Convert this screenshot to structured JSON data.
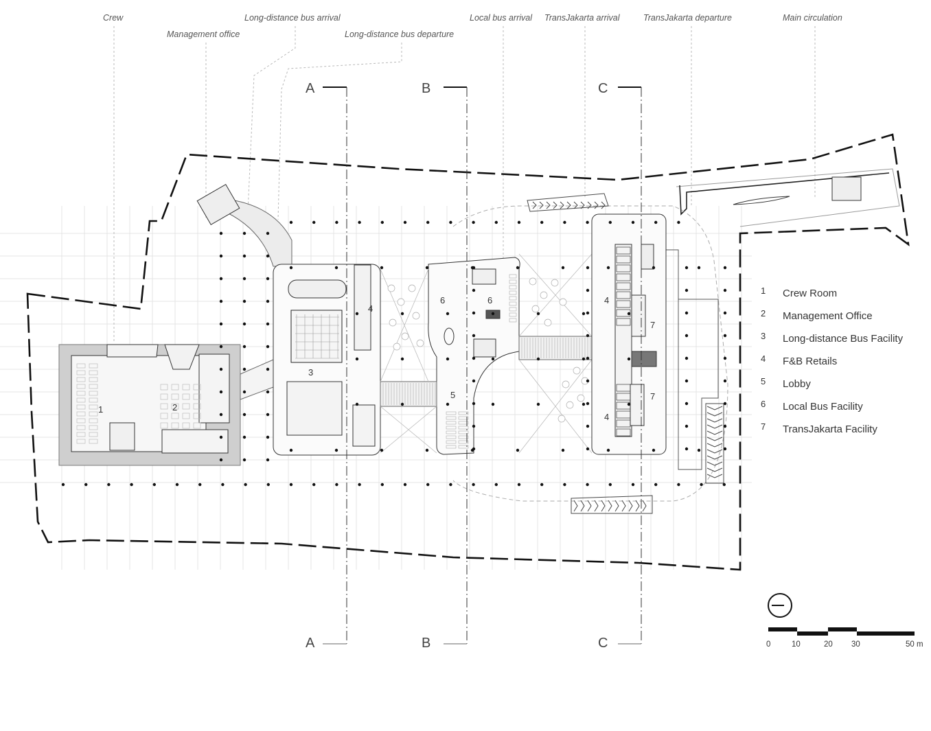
{
  "callouts": [
    "Crew",
    "Management office",
    "Long-distance bus arrival",
    "Long-distance bus departure",
    "Local bus arrival",
    "TransJakarta arrival",
    "TransJakarta departure",
    "Main circulation"
  ],
  "sections": [
    "A",
    "B",
    "C"
  ],
  "legend": [
    {
      "num": "1",
      "label": "Crew Room"
    },
    {
      "num": "2",
      "label": "Management Office"
    },
    {
      "num": "3",
      "label": "Long-distance Bus Facility"
    },
    {
      "num": "4",
      "label": "F&B Retails"
    },
    {
      "num": "5",
      "label": "Lobby"
    },
    {
      "num": "6",
      "label": "Local Bus Facility"
    },
    {
      "num": "7",
      "label": "TransJakarta Facility"
    }
  ],
  "plan_numbers": [
    "1",
    "2",
    "3",
    "4",
    "5",
    "6",
    "6",
    "4",
    "4",
    "7",
    "7"
  ],
  "scale_bar": {
    "ticks": [
      "0",
      "10",
      "20",
      "30",
      "50 m"
    ]
  }
}
